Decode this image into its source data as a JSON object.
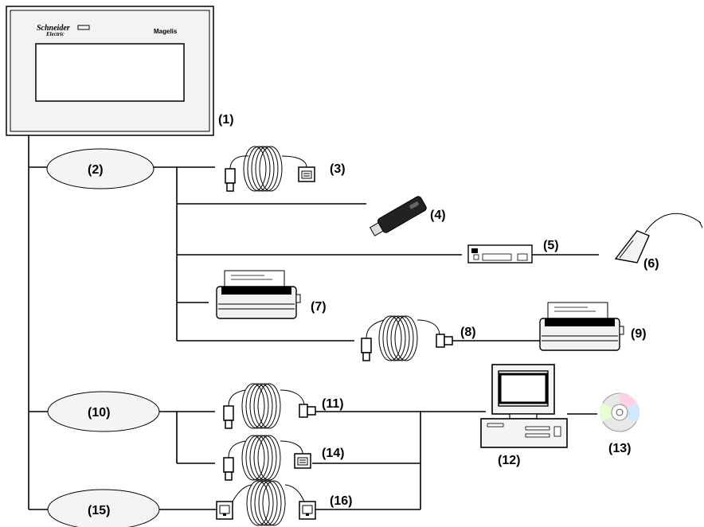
{
  "terminal": {
    "brand": "Schneider",
    "brand_sub": "Electric",
    "model": "Magelis"
  },
  "labels": {
    "l1": "(1)",
    "l2": "(2)",
    "l3": "(3)",
    "l4": "(4)",
    "l5": "(5)",
    "l6": "(6)",
    "l7": "(7)",
    "l8": "(8)",
    "l9": "(9)",
    "l10": "(10)",
    "l11": "(11)",
    "l12": "(12)",
    "l13": "(13)",
    "l14": "(14)",
    "l15": "(15)",
    "l16": "(16)"
  }
}
